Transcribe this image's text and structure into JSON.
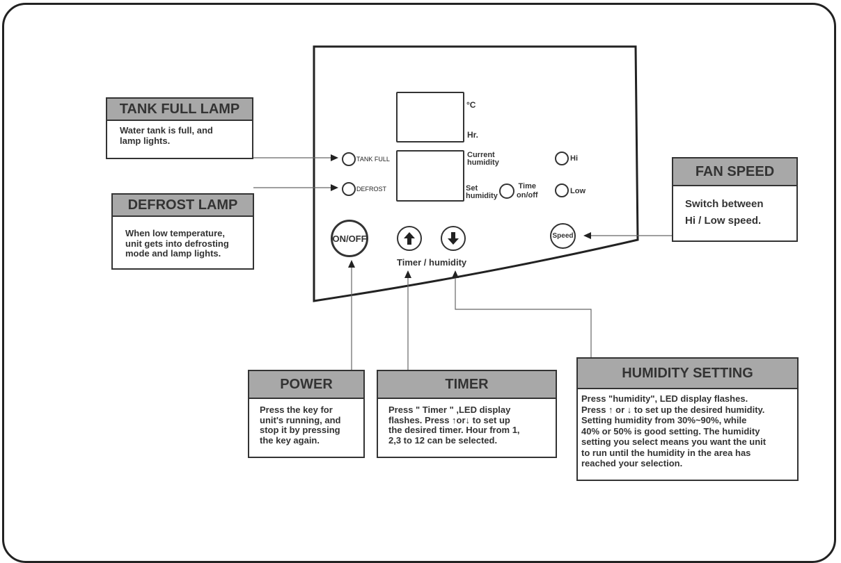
{
  "callouts": {
    "tank_full": {
      "title": "TANK FULL LAMP",
      "lines": [
        "Water tank is full, and",
        "lamp lights."
      ]
    },
    "defrost": {
      "title": "DEFROST LAMP",
      "lines": [
        "When low temperature,",
        "unit gets into defrosting",
        "mode and lamp lights."
      ]
    },
    "fan_speed": {
      "title": "FAN SPEED",
      "lines": [
        "Switch between",
        "Hi / Low speed."
      ]
    },
    "power": {
      "title": "POWER",
      "lines": [
        "Press the key for",
        "unit's running, and",
        "stop it by pressing",
        "the key again."
      ]
    },
    "timer": {
      "title": "TIMER",
      "lines": [
        "Press \" Timer \" ,LED display",
        "flashes. Press ↑or↓ to set up",
        "the desired timer. Hour from 1,",
        "2,3 to 12 can be selected."
      ]
    },
    "humidity": {
      "title": "HUMIDITY SETTING",
      "lines": [
        "Press \"humidity\", LED display flashes.",
        "Press ↑ or ↓ to set up the desired humidity.",
        "Setting humidity from 30%~90%, while",
        "40% or 50% is good setting. The humidity",
        "setting you select means you want the unit",
        "to run until the humidity in the area has",
        "reached your selection."
      ]
    }
  },
  "panel": {
    "unit_c": "°C",
    "unit_hr": "Hr.",
    "current_humidity": [
      "Current",
      "humidity"
    ],
    "set_humidity": [
      "Set",
      "humidity"
    ],
    "time_onoff": [
      "Time",
      "on/off"
    ],
    "tank_full_label": "TANK FULL",
    "defrost_label": "DEFROST",
    "hi_label": "Hi",
    "low_label": "Low",
    "onoff_label": "ON/OFF",
    "speed_label": "Speed",
    "timer_humidity_caption": "Timer / humidity"
  },
  "icons": {
    "up": "up-arrow-icon",
    "down": "down-arrow-icon"
  }
}
